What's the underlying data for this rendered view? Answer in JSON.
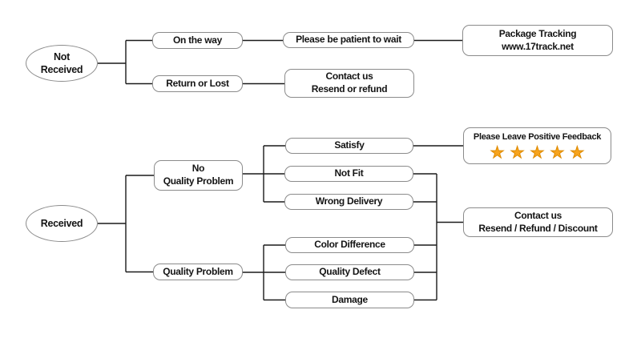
{
  "colors": {
    "background": "#ffffff",
    "box_border": "#8b8b8b",
    "connector": "#1a1a1a",
    "text": "#141414",
    "star_fill": "#f7a41d",
    "star_stroke": "#de8a00"
  },
  "not_received_flow": {
    "root": "Not\nReceived",
    "on_the_way": "On the way",
    "return_or_lost": "Return or Lost",
    "please_be_patient": "Please be patient to wait",
    "package_tracking": "Package Tracking\nwww.17track.net",
    "contact_us": "Contact us\nResend or refund"
  },
  "received_flow": {
    "root": "Received",
    "no_quality_problem": "No\nQuality Problem",
    "quality_problem": "Quality Problem",
    "satisfy": "Satisfy",
    "not_fit": "Not Fit",
    "wrong_delivery": "Wrong Delivery",
    "color_difference": "Color Difference",
    "quality_defect": "Quality Defect",
    "damage": "Damage",
    "positive_feedback": {
      "label": "Please Leave Positive Feedback",
      "star_count": 5,
      "star_glyph": "★"
    },
    "contact_us": "Contact us\nResend / Refund / Discount"
  }
}
